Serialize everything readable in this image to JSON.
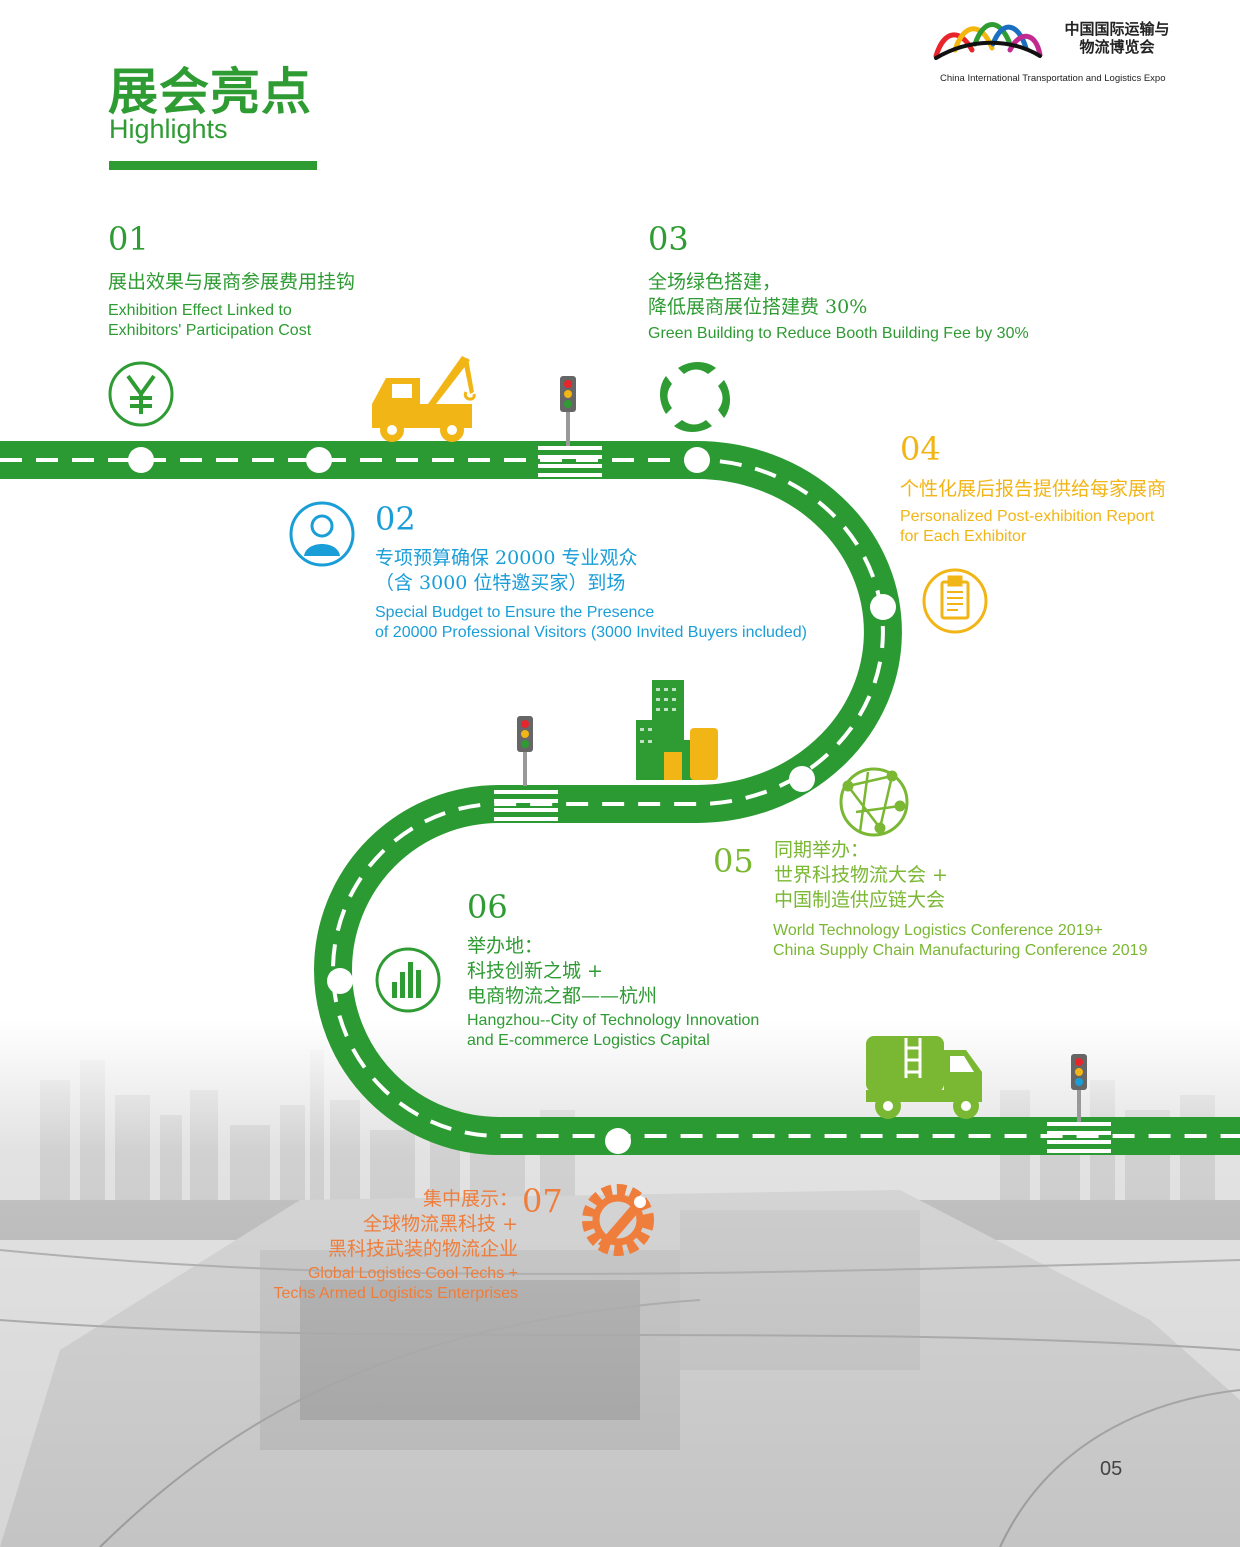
{
  "header": {
    "title_cn": "展会亮点",
    "title_en": "Highlights",
    "logo_cn_line1": "中国国际运输与",
    "logo_cn_line2": "物流博览会",
    "logo_en": "China International Transportation and Logistics Expo"
  },
  "highlights": [
    {
      "num": "01",
      "cn": [
        "展出效果与展商参展费用挂钩"
      ],
      "en": [
        "Exhibition Effect Linked to",
        "Exhibitors' Participation Cost"
      ],
      "icon": "yen-icon",
      "color": "#2e9b33"
    },
    {
      "num": "02",
      "cn": [
        "专项预算确保 20000 专业观众",
        "（含 3000 位特邀买家）到场"
      ],
      "en": [
        "Special Budget to Ensure the Presence",
        "of 20000 Professional Visitors (3000 Invited Buyers included)"
      ],
      "icon": "person-icon",
      "color": "#1a9ed8"
    },
    {
      "num": "03",
      "cn": [
        "全场绿色搭建，",
        "降低展商展位搭建费 30%"
      ],
      "en": [
        "Green Building to Reduce Booth Building Fee by 30%"
      ],
      "icon": "recycle-icon",
      "color": "#2e9b33"
    },
    {
      "num": "04",
      "cn": [
        "个性化展后报告提供给每家展商"
      ],
      "en": [
        "Personalized Post-exhibition Report",
        "for Each Exhibitor"
      ],
      "icon": "clipboard-icon",
      "color": "#f2b516"
    },
    {
      "num": "05",
      "cn": [
        "同期举办：",
        "世界科技物流大会 +",
        "中国制造供应链大会"
      ],
      "en": [
        "World Technology Logistics Conference 2019+",
        "China Supply Chain Manufacturing Conference 2019"
      ],
      "icon": "globe-icon",
      "color": "#7ab733"
    },
    {
      "num": "06",
      "cn": [
        "举办地：",
        "科技创新之城 +",
        "电商物流之都——杭州"
      ],
      "en": [
        "Hangzhou--City of Technology Innovation",
        "and E-commerce Logistics Capital"
      ],
      "icon": "bar-chart-icon",
      "color": "#2e9b33"
    },
    {
      "num": "07",
      "cn": [
        "集中展示：",
        "全球物流黑科技 +",
        "黑科技武装的物流企业"
      ],
      "en": [
        "Global Logistics Cool Techs +",
        "Techs Armed Logistics Enterprises"
      ],
      "icon": "gear-wrench-icon",
      "color": "#ef7d3b"
    }
  ],
  "colors": {
    "road": "#2b9a33",
    "yellow": "#f2b516",
    "lightgreen": "#7ab733",
    "orange": "#ef7d3b",
    "blue": "#1a9ed8"
  },
  "page_number": "05"
}
